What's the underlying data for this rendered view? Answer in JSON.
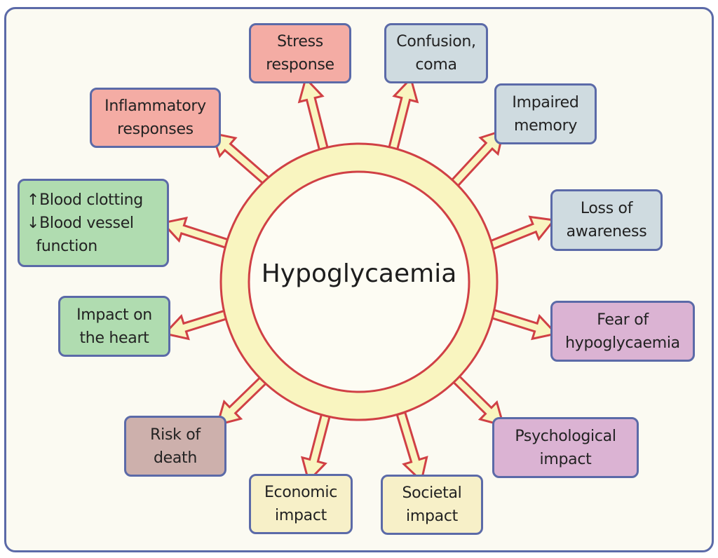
{
  "title": "Hypoglycaemia",
  "colors": {
    "frame": "#5b6aa8",
    "arrow_fill": "#f9f5c0",
    "arrow_stroke": "#d04045",
    "ring": "#f9f5c0",
    "red": "#f4aca4",
    "blue": "#cfdbe0",
    "purple": "#dbb3d3",
    "yellow": "#f7f0c8",
    "brown": "#cdb0ac",
    "green": "#b0dcb0"
  },
  "boxes": [
    {
      "id": "stress",
      "lines": [
        "Stress",
        "response"
      ],
      "color": "red"
    },
    {
      "id": "confusion",
      "lines": [
        "Confusion,",
        "coma"
      ],
      "color": "blue"
    },
    {
      "id": "memory",
      "lines": [
        "Impaired",
        "memory"
      ],
      "color": "blue"
    },
    {
      "id": "awareness",
      "lines": [
        "Loss of",
        "awareness"
      ],
      "color": "blue"
    },
    {
      "id": "fear",
      "lines": [
        "Fear of",
        "hypoglycaemia"
      ],
      "color": "purple"
    },
    {
      "id": "psych",
      "lines": [
        "Psychological",
        "impact"
      ],
      "color": "purple"
    },
    {
      "id": "societal",
      "lines": [
        "Societal",
        "impact"
      ],
      "color": "yellow"
    },
    {
      "id": "economic",
      "lines": [
        "Economic",
        "impact"
      ],
      "color": "yellow"
    },
    {
      "id": "death",
      "lines": [
        "Risk of",
        "death"
      ],
      "color": "brown"
    },
    {
      "id": "heart",
      "lines": [
        "Impact on",
        "the heart"
      ],
      "color": "green"
    },
    {
      "id": "blood",
      "lines": [
        "↑Blood clotting",
        "↓Blood vessel",
        "  function"
      ],
      "color": "green"
    },
    {
      "id": "inflam",
      "lines": [
        "Inflammatory",
        "responses"
      ],
      "color": "red"
    }
  ]
}
